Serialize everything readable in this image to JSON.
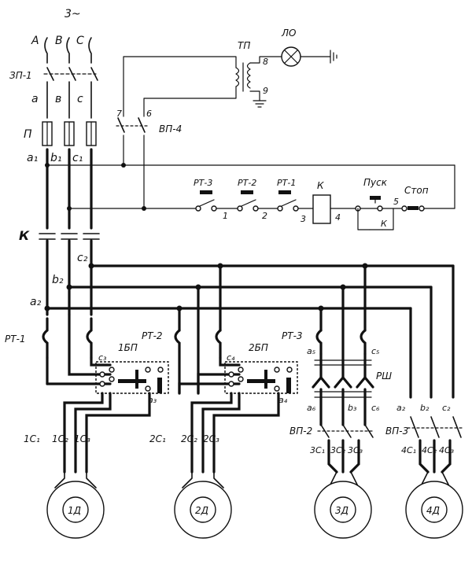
{
  "phase_label": "3~",
  "phases": [
    "A",
    "B",
    "C"
  ],
  "main_switch": "ЗП-1",
  "lower_phases": [
    "a",
    "в",
    "c"
  ],
  "fuse": "П",
  "fuse_outputs": [
    "a₁",
    "b₁",
    "c₁"
  ],
  "transformer": "ТП",
  "lamp": "ЛО",
  "tp_terminals": [
    "8",
    "9"
  ],
  "vp4": {
    "label": "ВП-4",
    "t7": "7",
    "t6": "6"
  },
  "relays": [
    "РТ-3",
    "РТ-2",
    "РТ-1"
  ],
  "coil": "К",
  "start_label": "Пуск",
  "stop_label": "Стоп",
  "hold_contact": "К",
  "control_nodes": [
    "1",
    "2",
    "3",
    "4",
    "5"
  ],
  "contactor_label": "К",
  "taps": {
    "c2": "c₂",
    "b2": "b₂",
    "a2": "a₂"
  },
  "thermal_relays": [
    "РТ-1",
    "РТ-2",
    "РТ-3"
  ],
  "block_switches": [
    "1БП",
    "2БП"
  ],
  "c3": "c₃",
  "a3": "a₃",
  "c4": "c₄",
  "a4": "a₄",
  "a5": "a₅",
  "c5": "c₅",
  "a6": "a₆",
  "b3": "b₃",
  "c6": "c₆",
  "plug": "РШ",
  "vp2": "ВП-2",
  "vp3": "ВП-3",
  "vp3_terms": [
    "a₂",
    "b₂",
    "c₂"
  ],
  "motor1_leads": [
    "1C₁",
    "1C₂",
    "1C₃"
  ],
  "motor2_leads": [
    "2C₁",
    "2C₂",
    "2C₃"
  ],
  "motor3_leads": [
    "3C₁",
    "3C₂",
    "3C₃"
  ],
  "motor4_leads": [
    "4C₁",
    "4C₂",
    "4C₃"
  ],
  "motors": [
    "1Д",
    "2Д",
    "3Д",
    "4Д"
  ]
}
